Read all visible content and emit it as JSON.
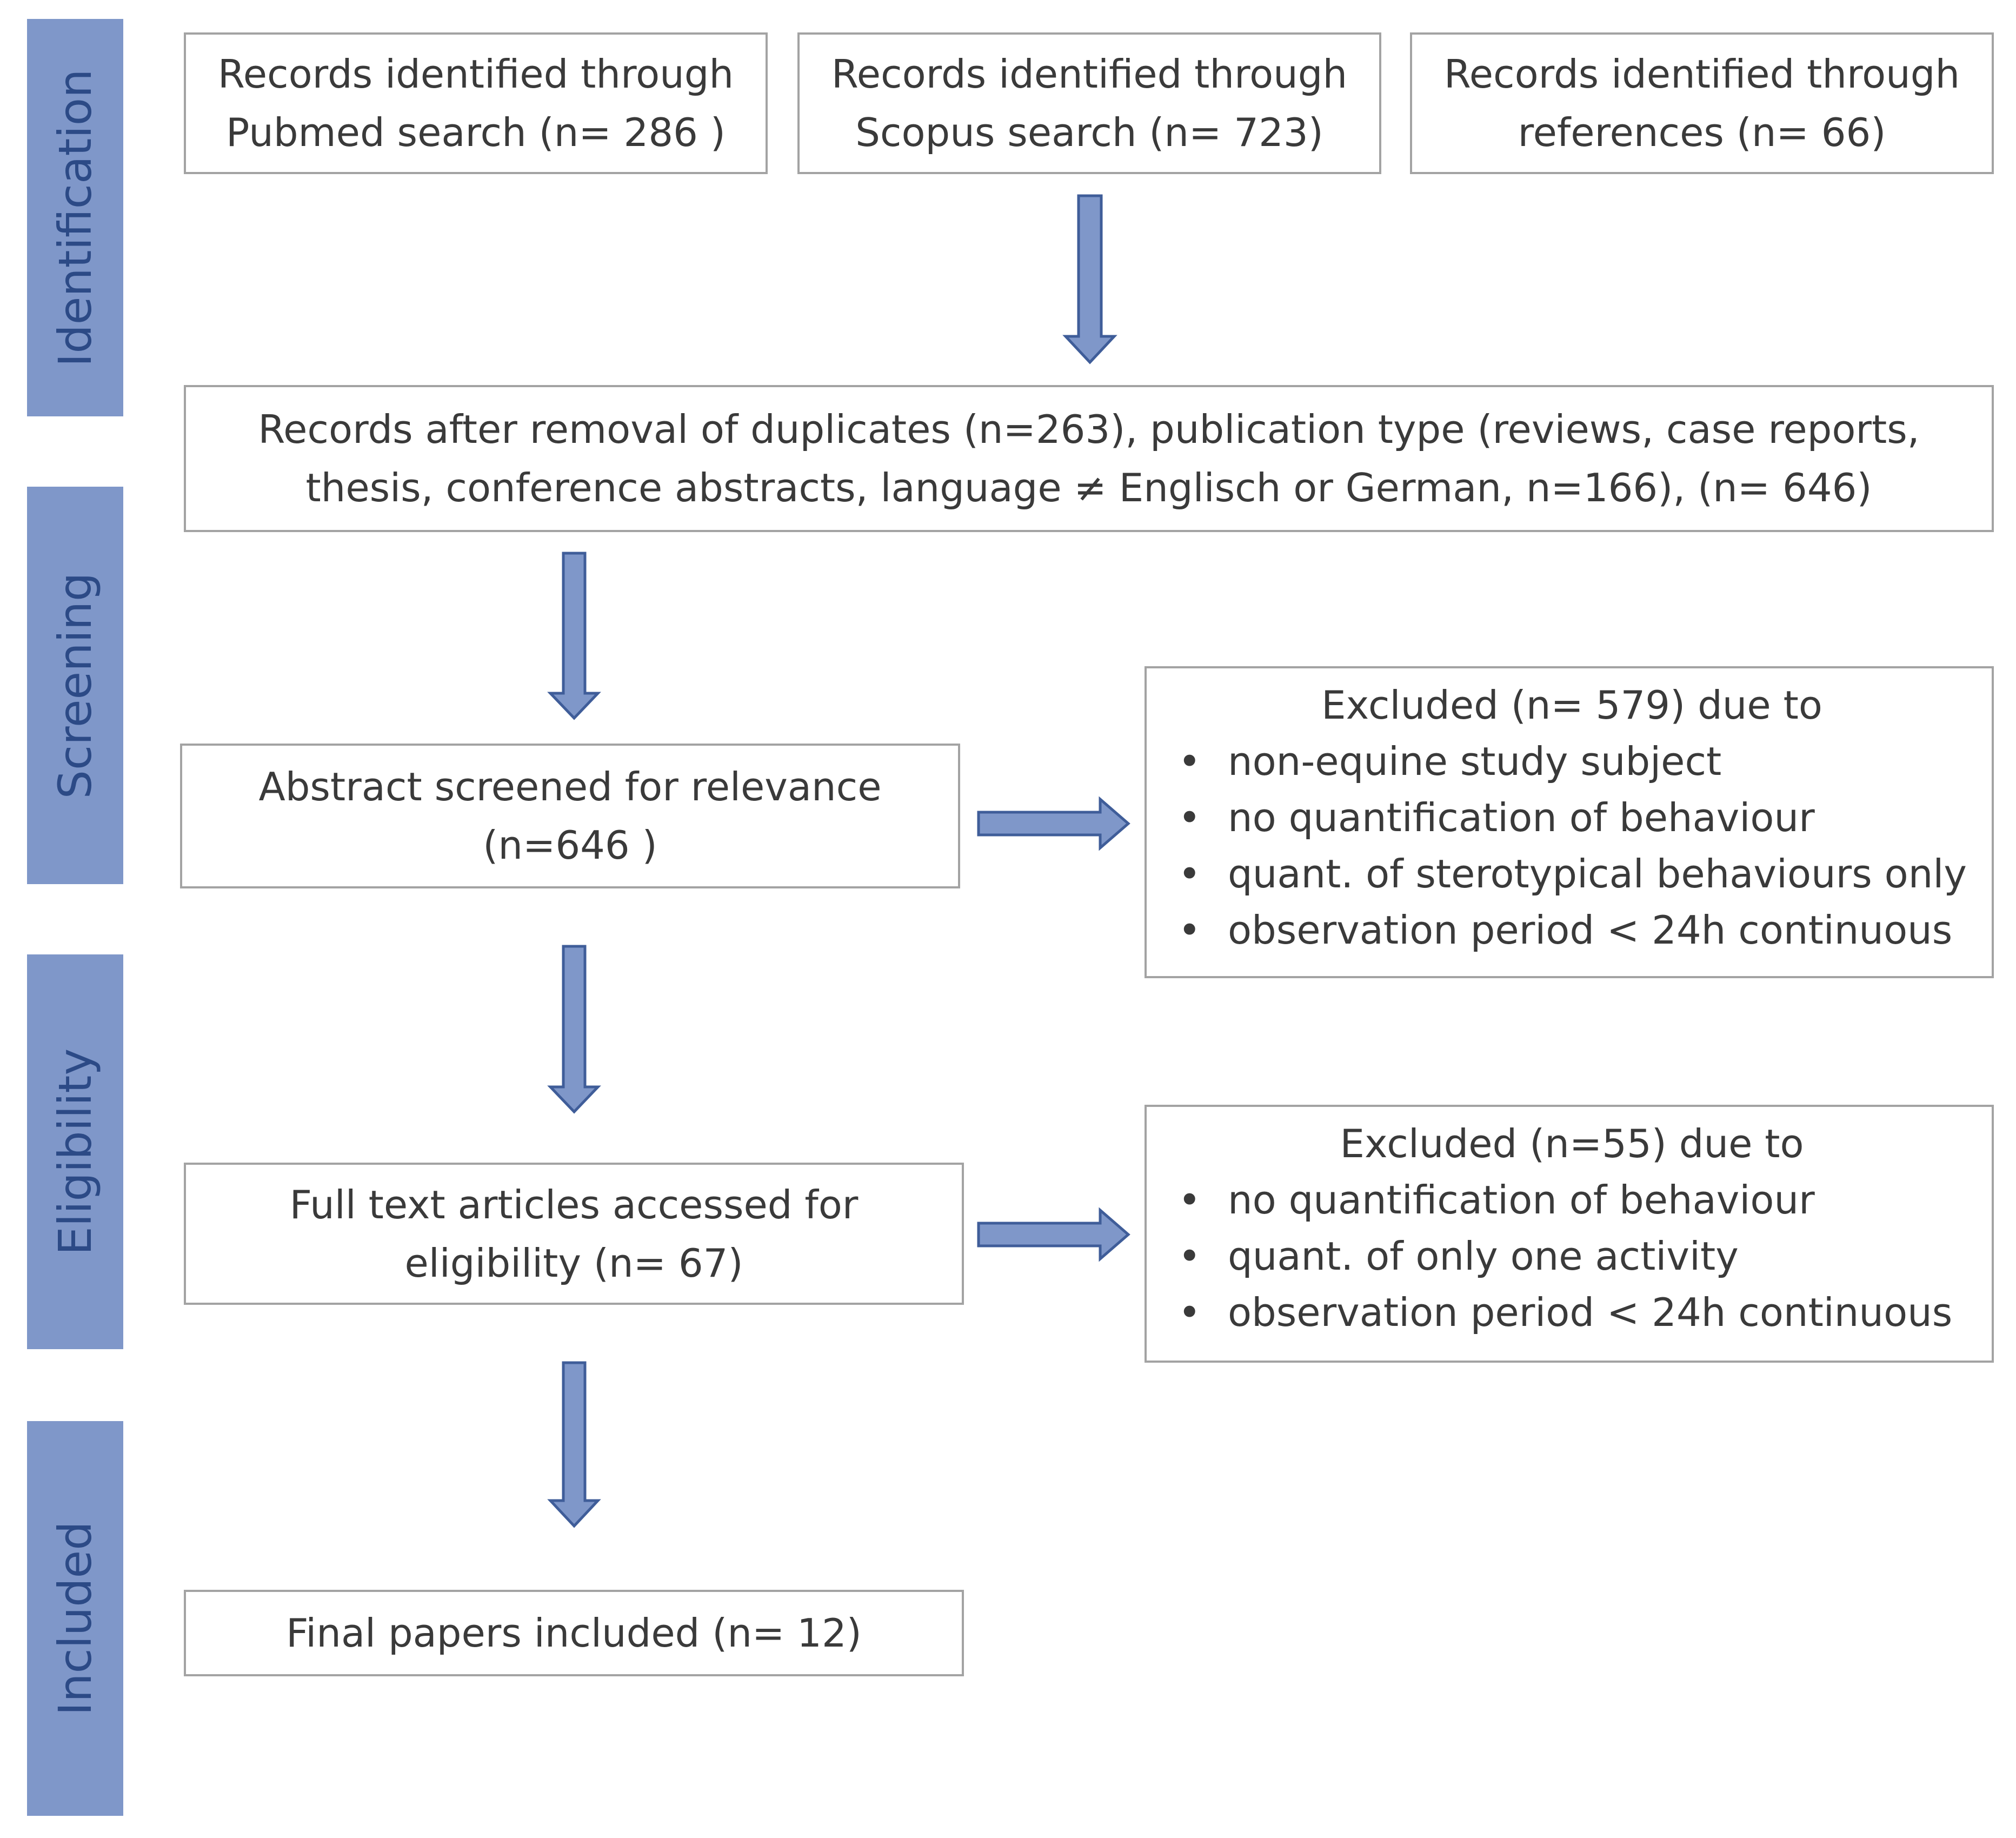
{
  "stages": {
    "identification": "Identification",
    "screening": "Screening",
    "eligibility": "Eligibility",
    "included": "Included"
  },
  "sources": {
    "pubmed": [
      "Records identified through",
      "Pubmed search (n= 286 )"
    ],
    "scopus": [
      "Records identified through",
      "Scopus search (n= 723)"
    ],
    "references": [
      "Records identified through",
      "references (n= 66)"
    ]
  },
  "after_duplicates": [
    "Records after removal of duplicates (n=263), publication type (reviews, case reports,",
    "thesis, conference abstracts, language ≠ Englisch or German, n=166), (n= 646)"
  ],
  "abstract_screened": [
    "Abstract screened for relevance",
    "(n=646 )"
  ],
  "excluded_screening": {
    "title": "Excluded (n= 579) due to",
    "bullet": "•",
    "items": [
      "non-equine study subject",
      "no quantification of behaviour",
      "quant. of sterotypical behaviours only",
      "observation period < 24h continuous"
    ]
  },
  "full_text": [
    "Full text articles accessed for",
    "eligibility (n= 67)"
  ],
  "excluded_eligibility": {
    "title": "Excluded (n=55) due to",
    "bullet": "•",
    "items": [
      "no quantification of behaviour",
      "quant. of only one activity",
      "observation period < 24h continuous"
    ]
  },
  "final": [
    "Final papers included (n= 12)"
  ],
  "colors": {
    "stage_band": "#7f97c9",
    "stage_text": "#2c4a86",
    "arrow_fill": "#7f97c9",
    "arrow_stroke": "#3f5d99",
    "box_border": "#a3a3a3",
    "text": "#3a3a3a"
  }
}
